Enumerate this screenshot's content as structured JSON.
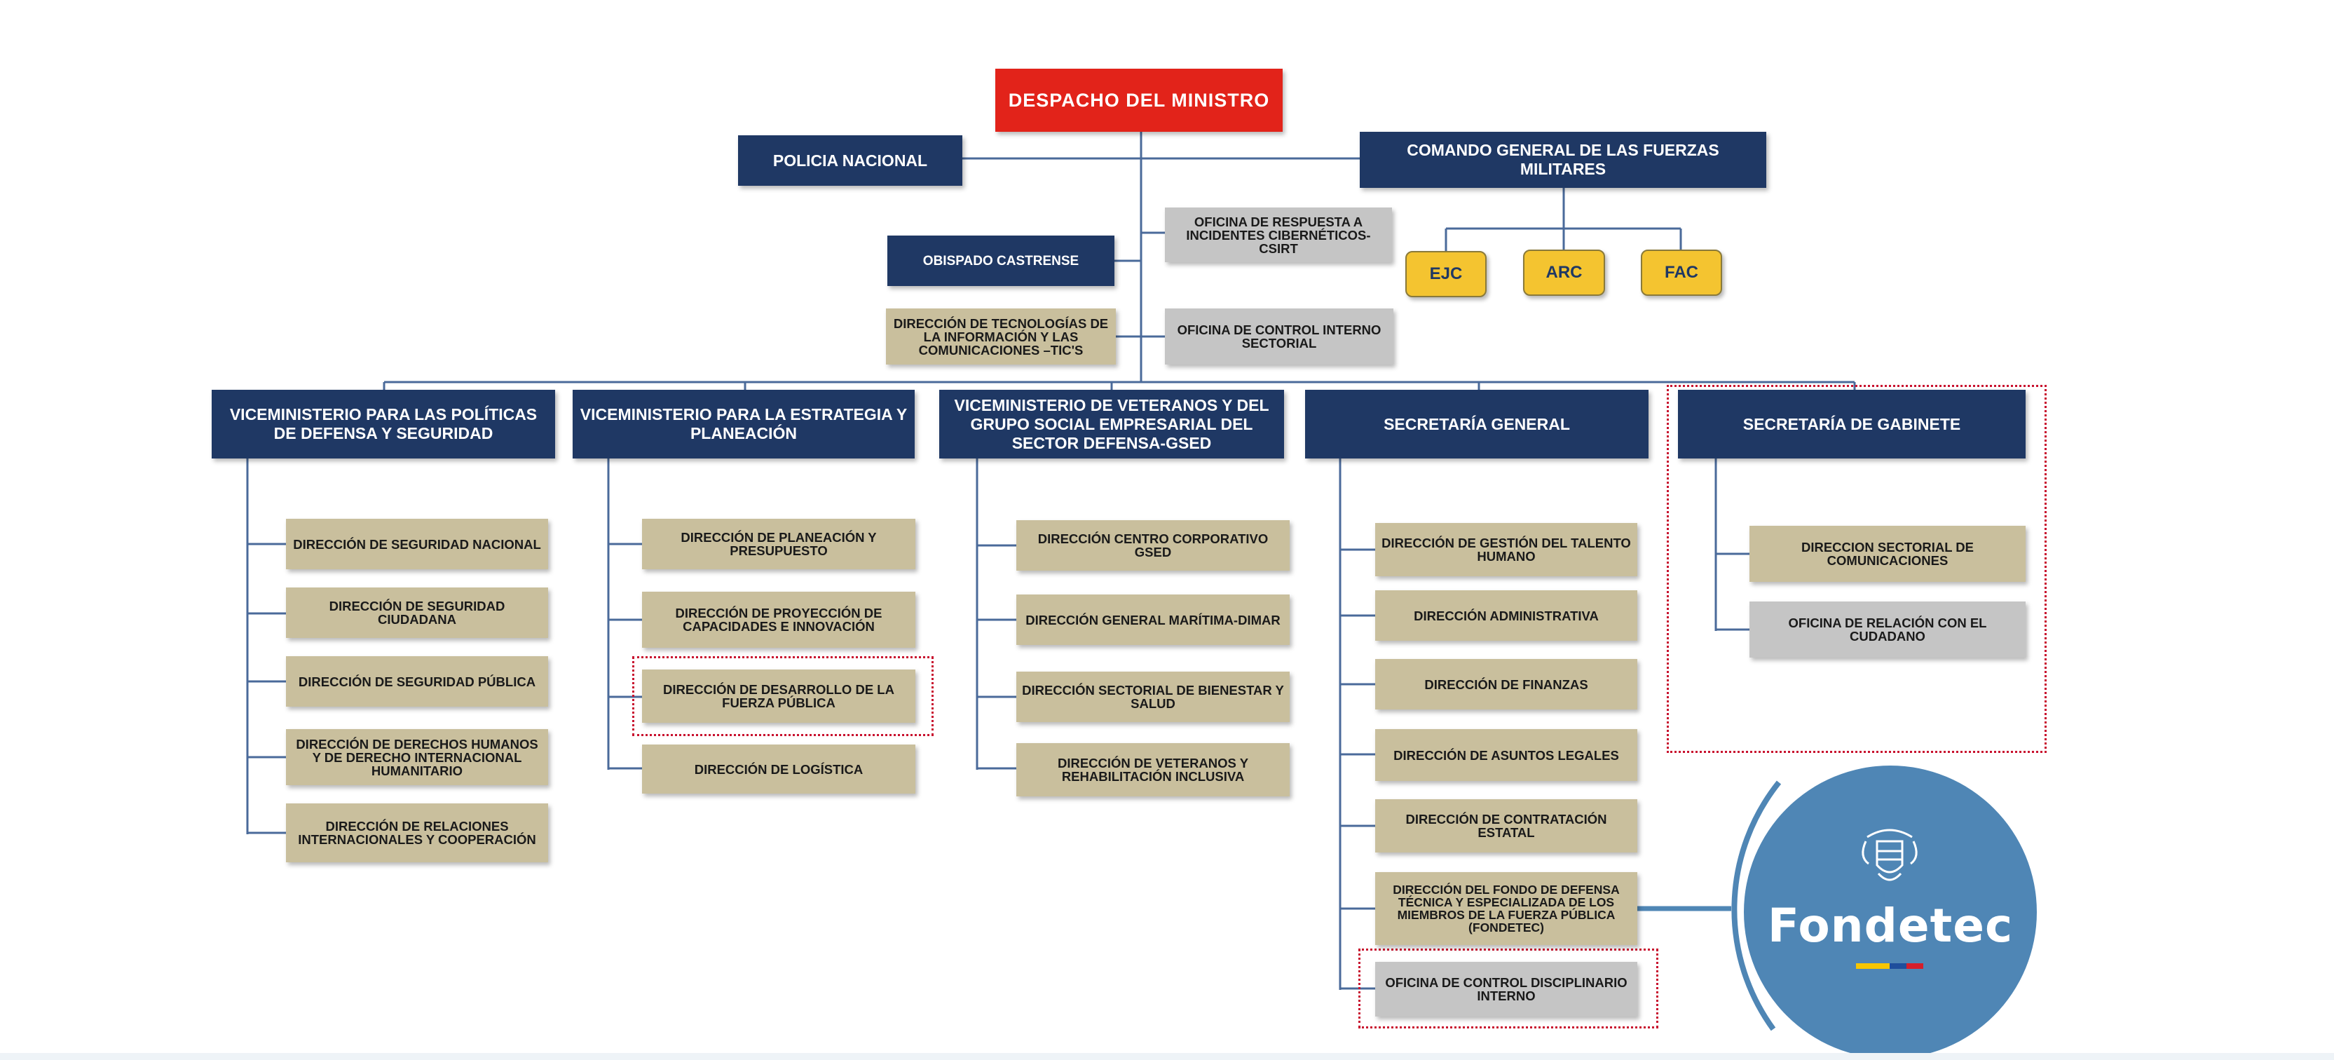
{
  "top": {
    "despacho": "DESPACHO DEL MINISTRO",
    "policia": "POLICIA NACIONAL",
    "comando": "COMANDO GENERAL DE LAS FUERZAS MILITARES",
    "ejc": "EJC",
    "arc": "ARC",
    "fac": "FAC",
    "obispado": "OBISPADO CASTRENSE",
    "csirt": "OFICINA DE RESPUESTA A INCIDENTES CIBERNÉTICOS-CSIRT",
    "tics": "DIRECCIÓN DE TECNOLOGÍAS DE LA INFORMACIÓN Y LAS COMUNICACIONES –TIC'S",
    "control_interno": "OFICINA DE CONTROL INTERNO SECTORIAL"
  },
  "columns": [
    {
      "header": "VICEMINISTERIO PARA LAS POLÍTICAS DE DEFENSA Y SEGURIDAD",
      "items": [
        "DIRECCIÓN DE SEGURIDAD NACIONAL",
        "DIRECCIÓN DE SEGURIDAD CIUDADANA",
        "DIRECCIÓN DE SEGURIDAD PÚBLICA",
        "DIRECCIÓN DE DERECHOS HUMANOS Y DE DERECHO INTERNACIONAL HUMANITARIO",
        "DIRECCIÓN DE RELACIONES INTERNACIONALES Y COOPERACIÓN"
      ]
    },
    {
      "header": "VICEMINISTERIO PARA LA ESTRATEGIA Y PLANEACIÓN",
      "items": [
        "DIRECCIÓN DE PLANEACIÓN Y PRESUPUESTO",
        "DIRECCIÓN DE PROYECCIÓN DE CAPACIDADES E INNOVACIÓN",
        "DIRECCIÓN DE DESARROLLO DE LA FUERZA PÚBLICA",
        "DIRECCIÓN DE LOGÍSTICA"
      ]
    },
    {
      "header": "VICEMINISTERIO DE VETERANOS Y DEL GRUPO SOCIAL EMPRESARIAL DEL SECTOR DEFENSA-GSED",
      "items": [
        "DIRECCIÓN CENTRO CORPORATIVO GSED",
        "DIRECCIÓN GENERAL MARÍTIMA-DIMAR",
        "DIRECCIÓN SECTORIAL DE BIENESTAR Y SALUD",
        "DIRECCIÓN DE VETERANOS Y REHABILITACIÓN INCLUSIVA"
      ]
    },
    {
      "header": "SECRETARÍA GENERAL",
      "items": [
        "DIRECCIÓN DE GESTIÓN DEL TALENTO HUMANO",
        "DIRECCIÓN ADMINISTRATIVA",
        "DIRECCIÓN DE FINANZAS",
        "DIRECCIÓN DE ASUNTOS LEGALES",
        "DIRECCIÓN DE CONTRATACIÓN ESTATAL",
        "DIRECCIÓN DEL FONDO DE DEFENSA TÉCNICA Y ESPECIALIZADA DE LOS MIEMBROS DE LA FUERZA PÚBLICA (FONDETEC)",
        "OFICINA DE CONTROL DISCIPLINARIO INTERNO"
      ]
    },
    {
      "header": "SECRETARÍA DE GABINETE",
      "items": [
        "DIRECCION SECTORIAL DE COMUNICACIONES",
        "OFICINA DE RELACIÓN CON EL CUDADANO"
      ]
    }
  ],
  "logo": {
    "text": "Fondetec",
    "flag_colors": [
      "#f7c600",
      "#1f4e9c",
      "#d51f2b"
    ],
    "circle_color": "#4f86b5",
    "emblem": "colombia-coat-of-arms-icon"
  },
  "colors": {
    "navy": "#1f3864",
    "tan": "#c9bf9d",
    "gray": "#c5c5c5",
    "red": "#e2231a",
    "yellow": "#f4c430",
    "highlight": "#c8102e"
  }
}
